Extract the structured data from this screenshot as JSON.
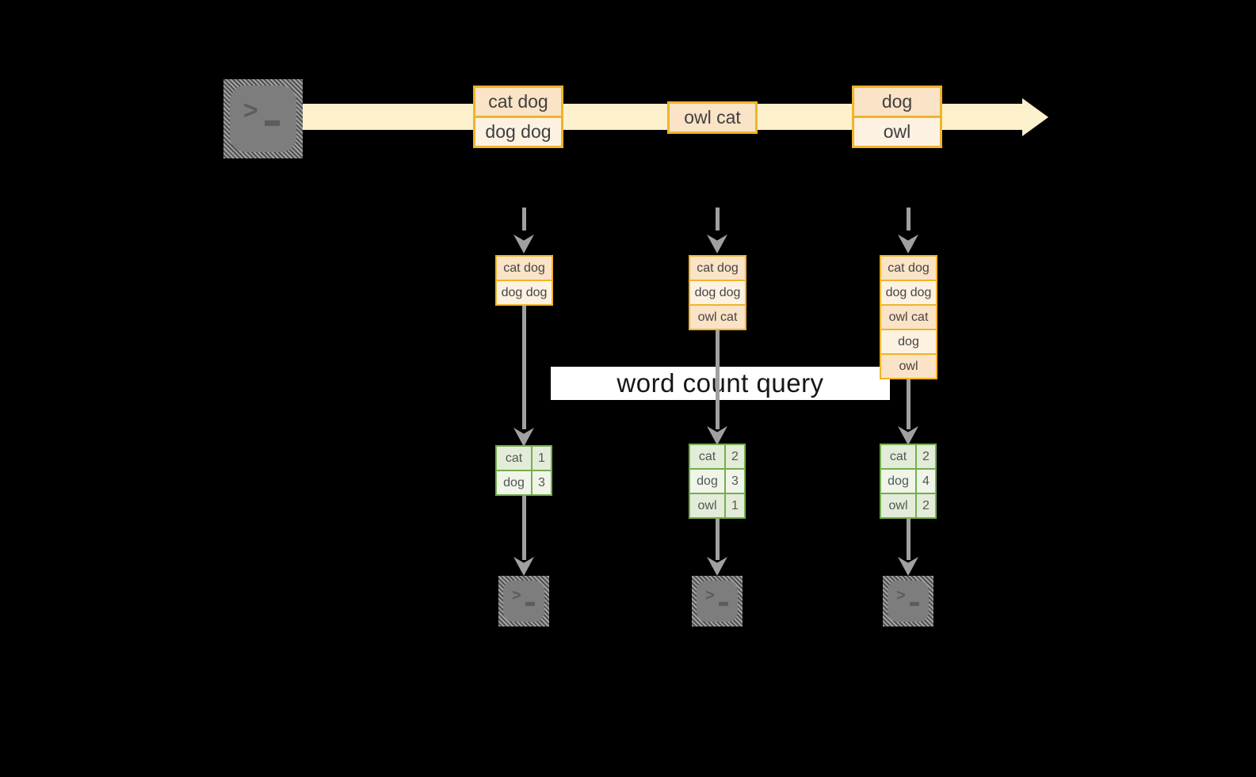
{
  "diagram": {
    "query_label": "word count query",
    "stream": {
      "source_icon": "terminal-icon",
      "events": [
        {
          "lines": [
            "cat dog",
            "dog dog"
          ]
        },
        {
          "lines": [
            "owl cat"
          ]
        },
        {
          "lines": [
            "dog",
            "owl"
          ]
        }
      ]
    },
    "columns": [
      {
        "state_rows": [
          "cat dog",
          "dog dog"
        ],
        "counts": [
          {
            "word": "cat",
            "count": "1"
          },
          {
            "word": "dog",
            "count": "3"
          }
        ],
        "sink_icon": "terminal-icon"
      },
      {
        "state_rows": [
          "cat dog",
          "dog dog",
          "owl cat"
        ],
        "counts": [
          {
            "word": "cat",
            "count": "2"
          },
          {
            "word": "dog",
            "count": "3"
          },
          {
            "word": "owl",
            "count": "1"
          }
        ],
        "sink_icon": "terminal-icon"
      },
      {
        "state_rows": [
          "cat dog",
          "dog dog",
          "owl cat",
          "dog",
          "owl"
        ],
        "counts": [
          {
            "word": "cat",
            "count": "2"
          },
          {
            "word": "dog",
            "count": "4"
          },
          {
            "word": "owl",
            "count": "2"
          }
        ],
        "sink_icon": "terminal-icon"
      }
    ],
    "colors": {
      "background": "#000000",
      "stream_fill": "#fdf0cc",
      "event_border": "#f0b42a",
      "event_fill_dark": "#fae3c6",
      "event_fill_light": "#fdf2e2",
      "table_border": "#76ad4e",
      "table_fill_dark": "#e3ecd9",
      "table_fill_light": "#f0f5ea",
      "arrow_gray": "#a0a0a0",
      "terminal_gray": "#7d7d7d"
    }
  }
}
